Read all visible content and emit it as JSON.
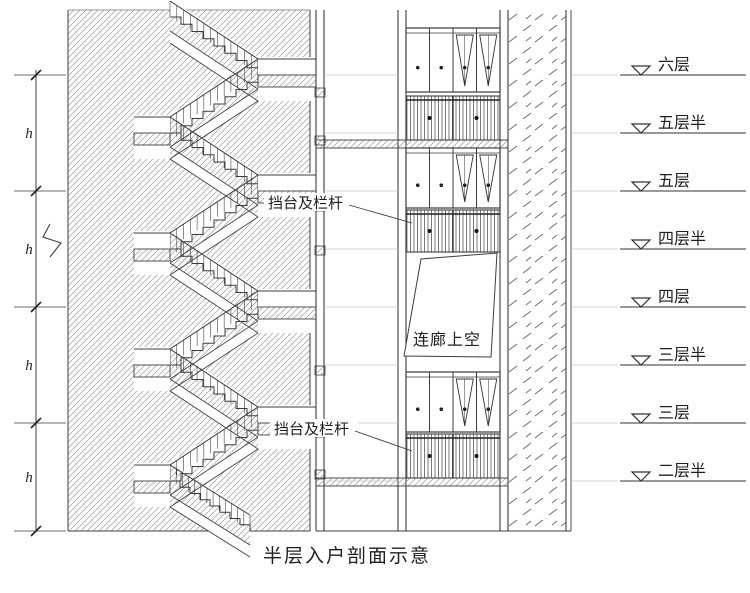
{
  "drawing": {
    "caption": "半层入户剖面示意",
    "dim_label": "h",
    "floor_labels": [
      "六层",
      "五层半",
      "五层",
      "四层半",
      "四层",
      "三层半",
      "三层",
      "二层半"
    ],
    "annotations": {
      "railing_upper": "挡台及栏杆",
      "railing_lower": "挡台及栏杆",
      "corridor": "连廊上空"
    },
    "colors": {
      "line": "#3d3d3d",
      "hatch": "#9a9a9a",
      "background": "#ffffff"
    }
  }
}
